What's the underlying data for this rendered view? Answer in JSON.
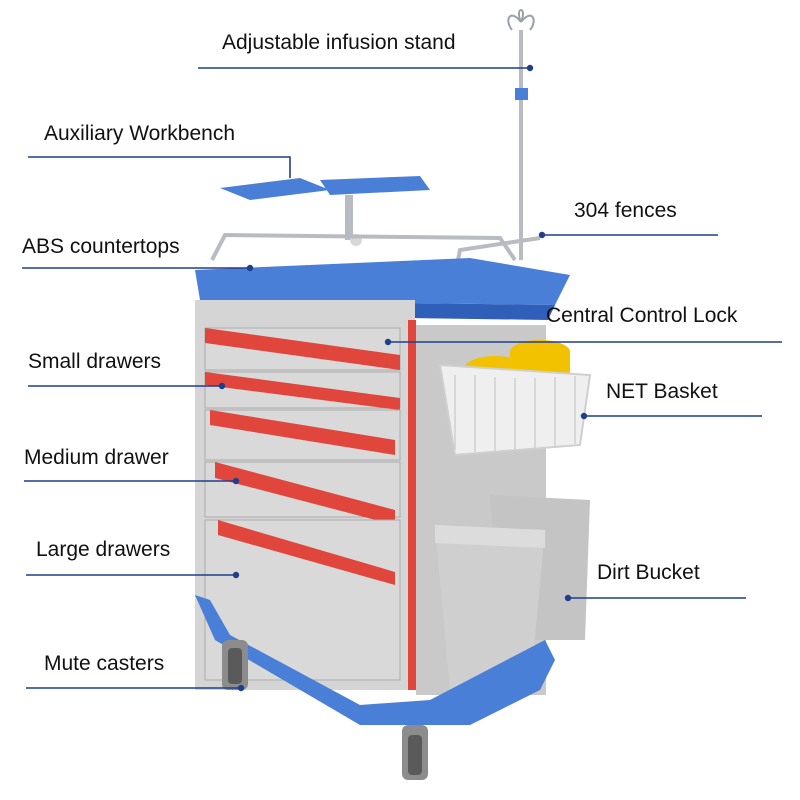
{
  "colors": {
    "leader_line": "#1f3f8c",
    "label_text": "#111111",
    "cart_blue": "#4a7fd8",
    "cart_blue_dark": "#2f5fb8",
    "cart_gray": "#c9c9c9",
    "drawer_red": "#e0463c",
    "steel": "#b8bcc2",
    "basket_white": "#efefef",
    "bucket_gray": "#cfcfcf",
    "sharps_yellow": "#f2c100"
  },
  "labels": {
    "infusion_stand": "Adjustable infusion stand",
    "workbench": "Auxiliary Workbench",
    "fences": "304 fences",
    "countertops": "ABS countertops",
    "control_lock": "Central Control Lock",
    "small_drawers": "Small drawers",
    "net_basket": "NET Basket",
    "medium_drawer": "Medium drawer",
    "large_drawers": "Large drawers",
    "dirt_bucket": "Dirt Bucket",
    "casters": "Mute casters"
  }
}
